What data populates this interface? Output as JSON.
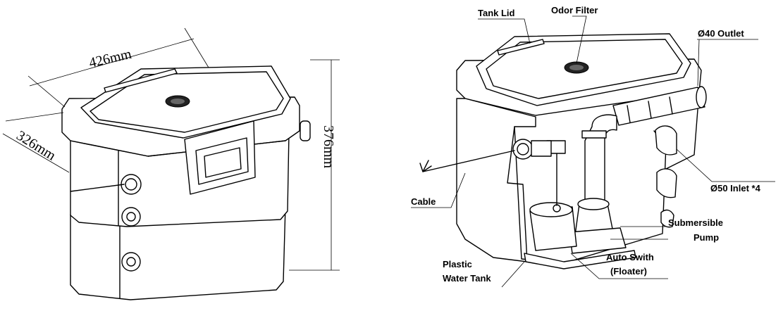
{
  "left_view": {
    "dim_length": "426mm",
    "dim_width": "326mm",
    "dim_height": "376mm"
  },
  "right_view": {
    "labels": {
      "tank_lid": "Tank Lid",
      "odor_filter": "Odor Filter",
      "outlet": "Ø40 Outlet",
      "inlet": "Ø50 Inlet  *4",
      "cable": "Cable",
      "pump_line1": "Submersible",
      "pump_line2": "Pump",
      "switch_line1": "Auto Swith",
      "switch_line2": "(Floater)",
      "tank_line1": "Plastic",
      "tank_line2": "Water Tank"
    }
  }
}
